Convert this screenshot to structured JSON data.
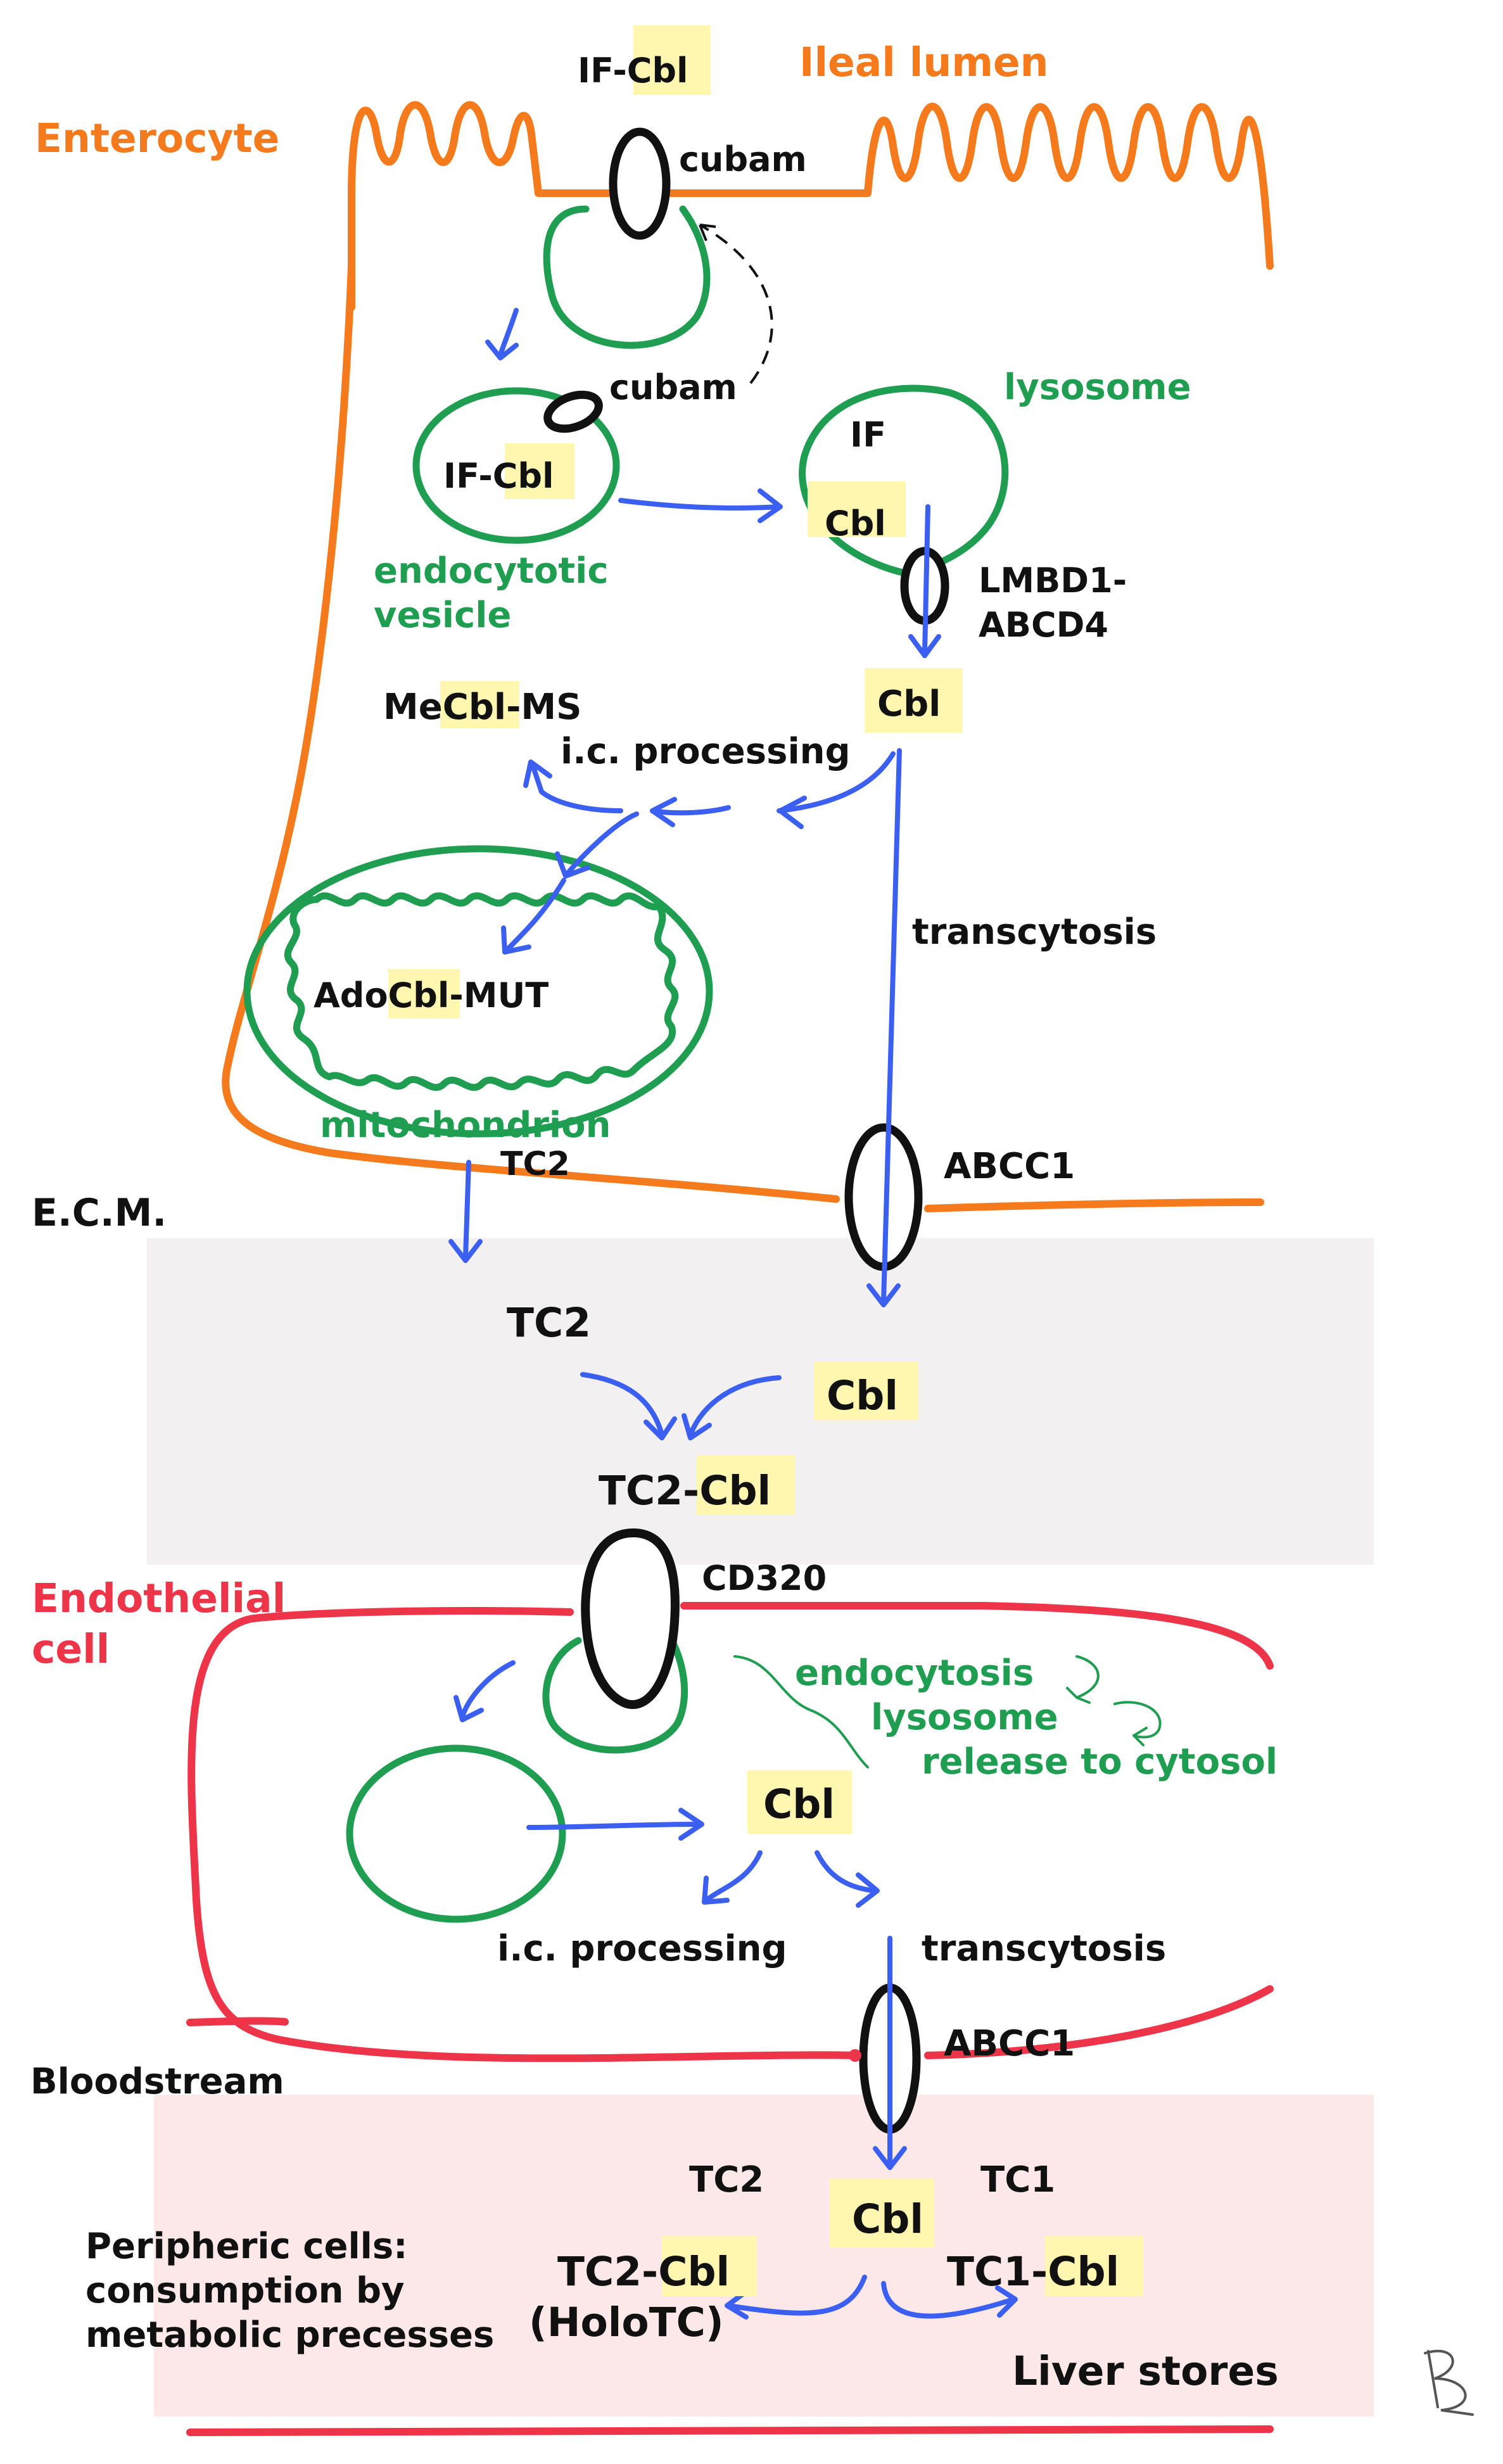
{
  "labels": {
    "ileal_lumen": "Ileal lumen",
    "enterocyte": "Enterocyte",
    "if_cbl_top_prefix": "IF-",
    "if_cbl_top_cbl": "Cbl",
    "cubam_top": "cubam",
    "cubam_vesicle": "cubam",
    "lysosome": "lysosome",
    "lys_if": "IF",
    "lys_cbl": "Cbl",
    "vesicle_if": "IF-",
    "vesicle_cbl": "Cbl",
    "endocytotic_1": "endocytotic",
    "endocytotic_2": "vesicle",
    "lmbd1": "LMBD1-",
    "abcd4": "ABCD4",
    "cbl_after_lys": "Cbl",
    "mecbl_me": "Me",
    "mecbl_cbl": "Cbl",
    "mecbl_ms": "-MS",
    "ic_processing_1": "i.c. processing",
    "transcytosis_1": "transcytosis",
    "ado_pre": "Ado",
    "ado_cbl": "Cbl",
    "ado_post": "-MUT",
    "mitochondrion": "mitochondrion",
    "tc2_small": "TC2",
    "abcc1_1": "ABCC1",
    "ecm": "E.C.M.",
    "tc2_ecm": "TC2",
    "cbl_ecm": "Cbl",
    "tc2cbl_pre": "TC2-",
    "tc2cbl_cbl": "Cbl",
    "endothelial_1": "Endothelial",
    "endothelial_2": "cell",
    "cd320": "CD320",
    "endocytosis": "endocytosis",
    "lysosome_2": "lysosome",
    "release": "release to cytosol",
    "cbl_endo": "Cbl",
    "ic_processing_2": "i.c. processing",
    "transcytosis_2": "transcytosis",
    "abcc1_2": "ABCC1",
    "bloodstream": "Bloodstream",
    "tc2_blood": "TC2",
    "tc1_blood": "TC1",
    "cbl_blood": "Cbl",
    "peripheric_1": "Peripheric cells:",
    "peripheric_2": "consumption by",
    "peripheric_3": "metabolic precesses",
    "tc2cbl_blood_pre": "TC2-",
    "tc2cbl_blood_cbl": "Cbl",
    "holotc": "(HoloTC)",
    "tc1cbl_pre": "TC1-",
    "tc1cbl_cbl": "Cbl",
    "liver_stores": "Liver stores",
    "signature": "B"
  },
  "colors": {
    "orange": "#f47a1c",
    "green": "#1f9e52",
    "red": "#ee3448",
    "blue": "#3b5ff0",
    "highlight": "#fff7b0",
    "ecm_band": "#f3f0f1",
    "blood_band": "#fde8e9"
  }
}
